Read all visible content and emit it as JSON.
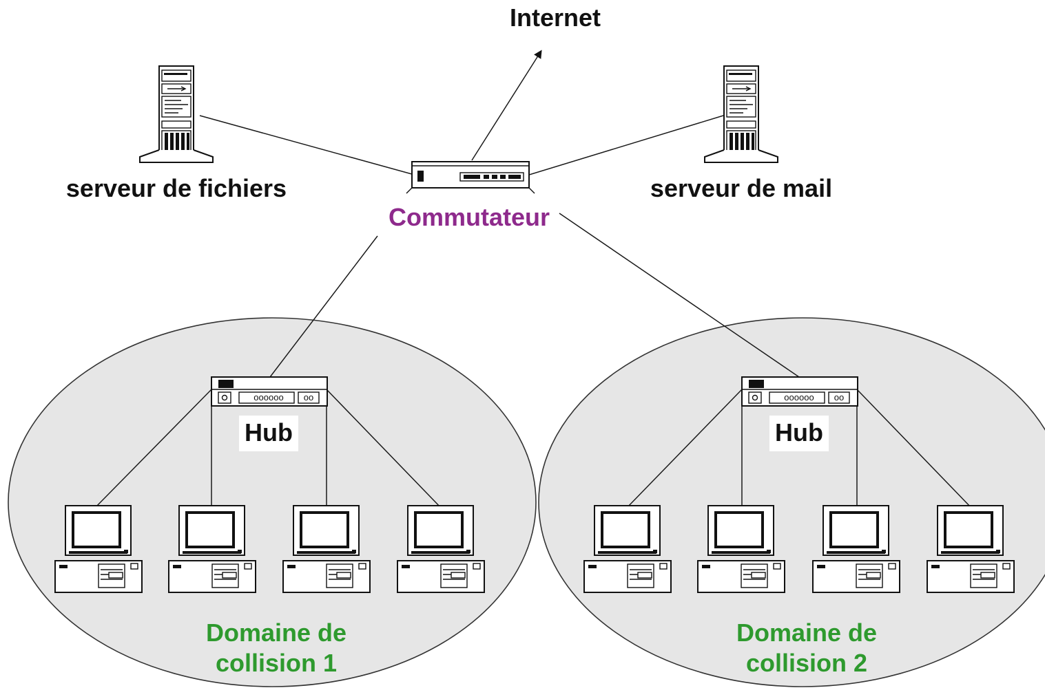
{
  "labels": {
    "internet": "Internet",
    "file_server": "serveur de fichiers",
    "mail_server": "serveur de mail",
    "switch": "Commutateur",
    "hub_left": "Hub",
    "hub_right": "Hub",
    "domain1_line1": "Domaine de",
    "domain1_line2": "collision 1",
    "domain2_line1": "Domaine de",
    "domain2_line2": "collision 2"
  },
  "hub_ports_left": "oooooo",
  "hub_ports_right": "oo",
  "colors": {
    "switch_label": "#8e2a8c",
    "domain_label": "#2e9a2e",
    "domain_fill": "#e6e6e6",
    "line": "#1a1a1a"
  },
  "icons": [
    "server-icon",
    "switch-icon",
    "hub-icon",
    "computer-icon",
    "arrow-icon"
  ]
}
